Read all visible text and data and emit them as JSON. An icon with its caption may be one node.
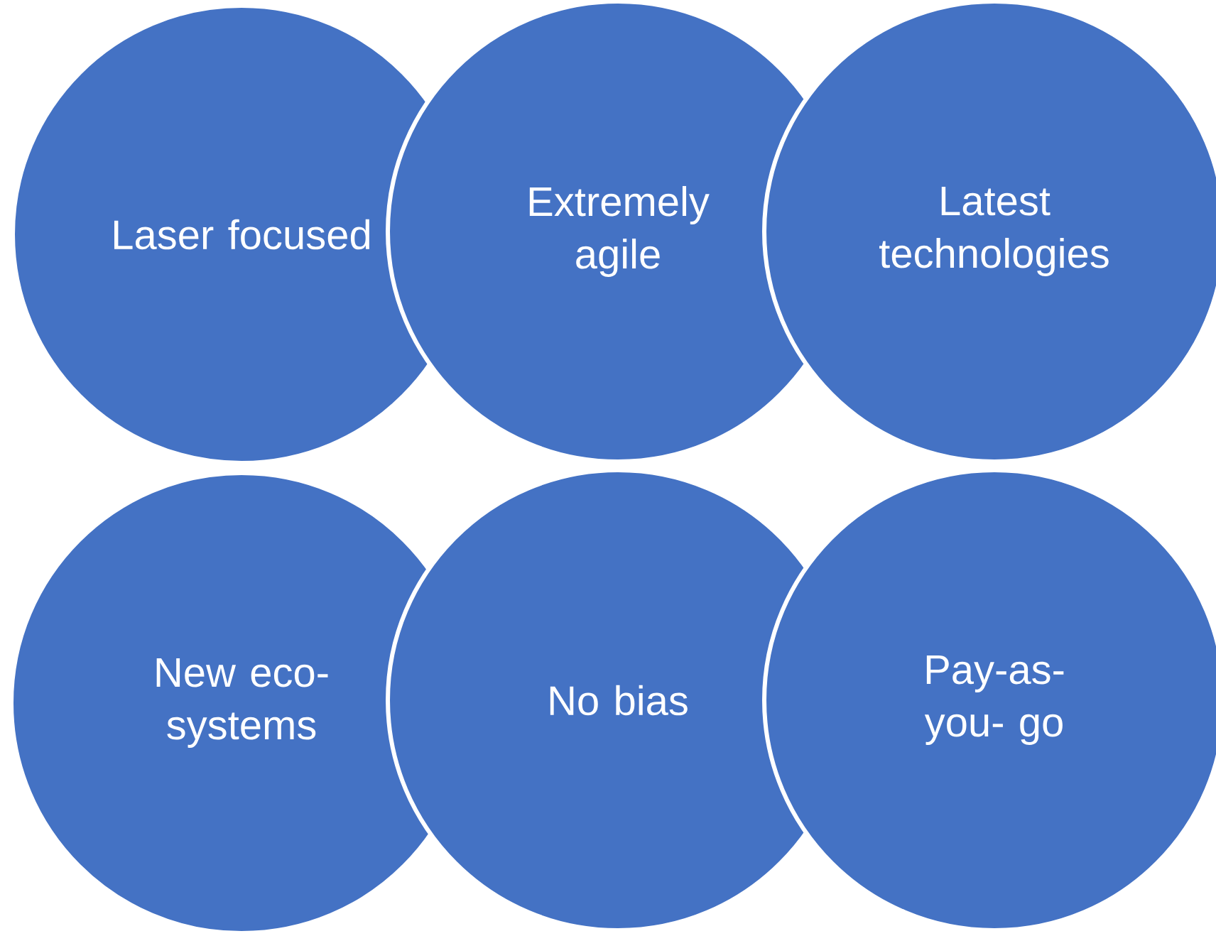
{
  "diagram": {
    "nodes": [
      {
        "text": [
          "Laser focused"
        ]
      },
      {
        "text": [
          "Extremely agile"
        ]
      },
      {
        "text": [
          "Latest technologies"
        ]
      },
      {
        "text": [
          "New eco- systems"
        ]
      },
      {
        "text": [
          "No bias"
        ]
      },
      {
        "text": [
          "Pay-as-you- go"
        ]
      }
    ]
  }
}
